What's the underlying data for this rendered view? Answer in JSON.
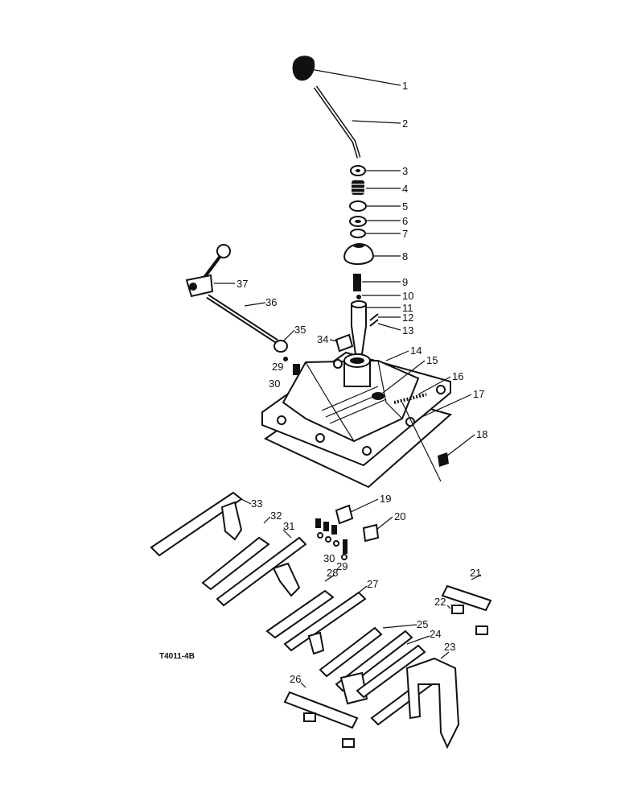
{
  "drawing_code": "T4011-4B",
  "callouts": [
    {
      "label": "1"
    },
    {
      "label": "2"
    },
    {
      "label": "3"
    },
    {
      "label": "4"
    },
    {
      "label": "5"
    },
    {
      "label": "6"
    },
    {
      "label": "7"
    },
    {
      "label": "8"
    },
    {
      "label": "9"
    },
    {
      "label": "10"
    },
    {
      "label": "11"
    },
    {
      "label": "12"
    },
    {
      "label": "13"
    },
    {
      "label": "14"
    },
    {
      "label": "15"
    },
    {
      "label": "16"
    },
    {
      "label": "17"
    },
    {
      "label": "18"
    },
    {
      "label": "19"
    },
    {
      "label": "20"
    },
    {
      "label": "21"
    },
    {
      "label": "22"
    },
    {
      "label": "23"
    },
    {
      "label": "24"
    },
    {
      "label": "25"
    },
    {
      "label": "26"
    },
    {
      "label": "27"
    },
    {
      "label": "28"
    },
    {
      "label": "29"
    },
    {
      "label": "30"
    },
    {
      "label": "31"
    },
    {
      "label": "32"
    },
    {
      "label": "33"
    },
    {
      "label": "34"
    },
    {
      "label": "35"
    },
    {
      "label": "36"
    },
    {
      "label": "37"
    },
    {
      "label": "29"
    },
    {
      "label": "30"
    }
  ]
}
